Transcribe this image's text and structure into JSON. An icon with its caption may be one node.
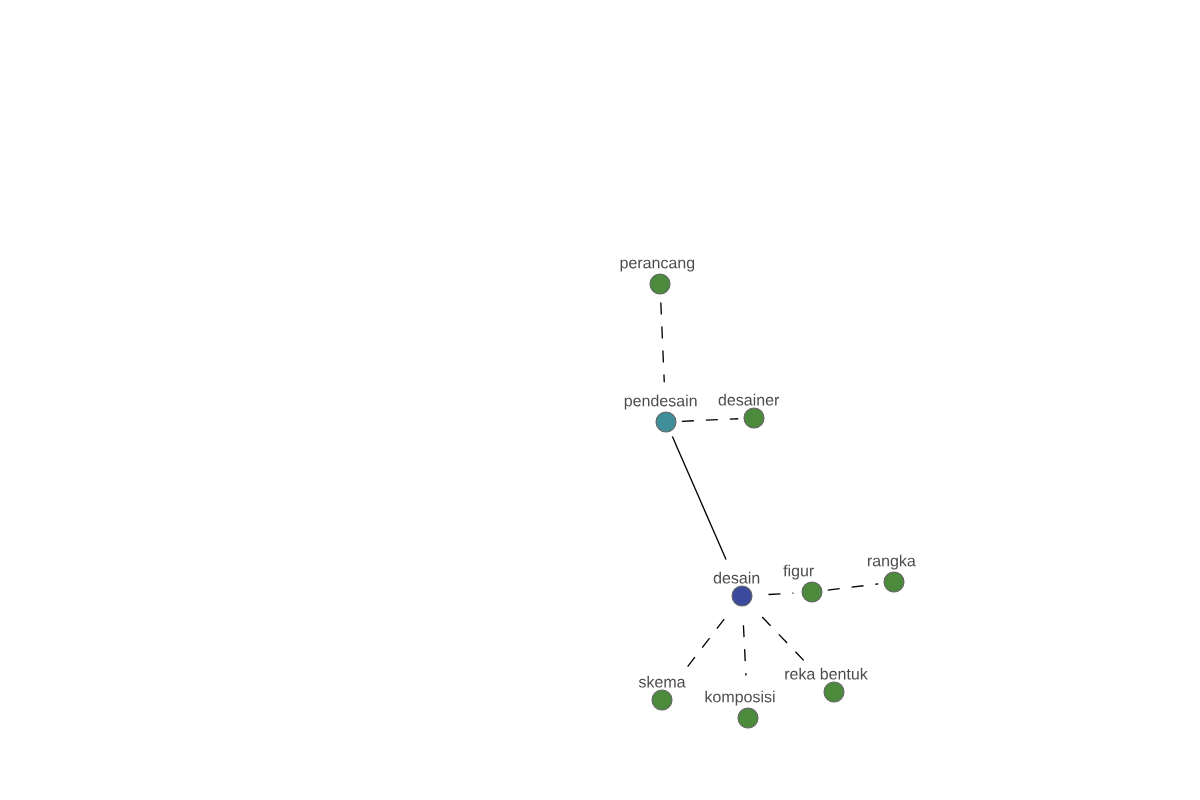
{
  "diagram": {
    "nodes": [
      {
        "text": [
          "perancang"
        ]
      },
      {
        "text": [
          "pendesain"
        ]
      },
      {
        "text": [
          "desainer"
        ]
      },
      {
        "text": [
          "desain"
        ]
      },
      {
        "text": [
          "figur"
        ]
      },
      {
        "text": [
          "rangka"
        ]
      },
      {
        "text": [
          "skema"
        ]
      },
      {
        "text": [
          "komposisi"
        ]
      },
      {
        "text": [
          "reka bentuk"
        ]
      }
    ],
    "edges": [
      {
        "from": 0,
        "to": 1,
        "arrow": "none",
        "style": "dashed"
      },
      {
        "from": 1,
        "to": 2,
        "arrow": "none",
        "style": "dashed"
      },
      {
        "from": 1,
        "to": 3,
        "arrow": "none"
      },
      {
        "from": 3,
        "to": 4,
        "arrow": "none",
        "style": "dashed"
      },
      {
        "from": 4,
        "to": 5,
        "arrow": "none",
        "style": "dashed"
      },
      {
        "from": 3,
        "to": 6,
        "arrow": "none",
        "style": "dashed"
      },
      {
        "from": 3,
        "to": 7,
        "arrow": "none",
        "style": "dashed"
      },
      {
        "from": 3,
        "to": 8,
        "arrow": "none",
        "style": "dashed"
      }
    ]
  }
}
